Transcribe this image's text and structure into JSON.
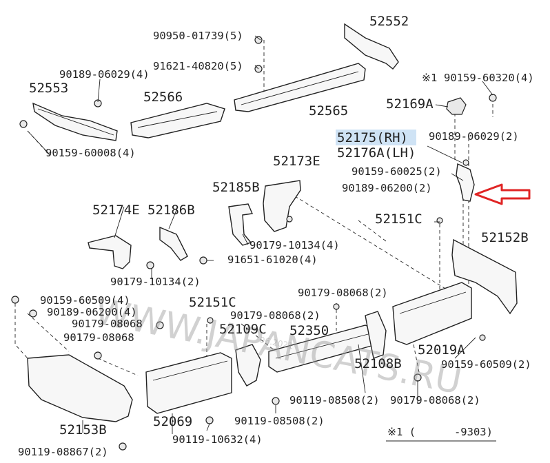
{
  "labels": [
    {
      "id": "52552",
      "text": "52552"
    },
    {
      "id": "90950-01739",
      "text": "90950-01739(5)"
    },
    {
      "id": "91621-40820",
      "text": "91621-40820(5)"
    },
    {
      "id": "90189-06029-4",
      "text": "90189-06029(4)"
    },
    {
      "id": "52553",
      "text": "52553"
    },
    {
      "id": "52566",
      "text": "52566"
    },
    {
      "id": "52565",
      "text": "52565"
    },
    {
      "id": "90159-60008",
      "text": "90159-60008(4)"
    },
    {
      "id": "note-1",
      "text": "※1"
    },
    {
      "id": "90159-60320",
      "text": "90159-60320(4)"
    },
    {
      "id": "52169A",
      "text": "52169A"
    },
    {
      "id": "52175",
      "text": "52175(RH)"
    },
    {
      "id": "90189-06029-2",
      "text": "90189-06029(2)"
    },
    {
      "id": "52176A",
      "text": "52176A(LH)"
    },
    {
      "id": "52173E",
      "text": "52173E"
    },
    {
      "id": "90159-60025",
      "text": "90159-60025(2)"
    },
    {
      "id": "90189-06200-2",
      "text": "90189-06200(2)"
    },
    {
      "id": "52185B",
      "text": "52185B"
    },
    {
      "id": "52174E",
      "text": "52174E"
    },
    {
      "id": "52186B",
      "text": "52186B"
    },
    {
      "id": "52151C-top",
      "text": "52151C"
    },
    {
      "id": "52152B",
      "text": "52152B"
    },
    {
      "id": "90179-10134-4",
      "text": "90179-10134(4)"
    },
    {
      "id": "91651-61020",
      "text": "91651-61020(4)"
    },
    {
      "id": "90179-10134-2",
      "text": "90179-10134(2)"
    },
    {
      "id": "90179-08068-2-top",
      "text": "90179-08068(2)"
    },
    {
      "id": "90159-60509-4",
      "text": "90159-60509(4)"
    },
    {
      "id": "90189-06200-4",
      "text": "90189-06200(4)"
    },
    {
      "id": "90179-08068-a",
      "text": "90179-08068"
    },
    {
      "id": "90179-08068-b",
      "text": "90179-08068"
    },
    {
      "id": "52151C-low",
      "text": "52151C"
    },
    {
      "id": "90179-08068-2-mid",
      "text": "90179-08068(2)"
    },
    {
      "id": "52109C",
      "text": "52109C"
    },
    {
      "id": "52350",
      "text": "52350"
    },
    {
      "id": "52019A",
      "text": "52019A"
    },
    {
      "id": "52108B",
      "text": "52108B"
    },
    {
      "id": "90159-60509-2",
      "text": "90159-60509(2)"
    },
    {
      "id": "90119-08508-2-a",
      "text": "90119-08508(2)"
    },
    {
      "id": "90179-08068-2-low",
      "text": "90179-08068(2)"
    },
    {
      "id": "90119-08508-2-b",
      "text": "90119-08508(2)"
    },
    {
      "id": "52069",
      "text": "52069"
    },
    {
      "id": "90119-10632",
      "text": "90119-10632(4)"
    },
    {
      "id": "52153B",
      "text": "52153B"
    },
    {
      "id": "90119-08867",
      "text": "90119-08867(2)"
    },
    {
      "id": "footnote",
      "text": "※1 (      -9303)"
    }
  ],
  "watermark": {
    "site": "WWW.JAPANCATS.RU",
    "date": "06.2021"
  },
  "highlight_color": "#cfe3f5",
  "arrow_color": "#e02424"
}
